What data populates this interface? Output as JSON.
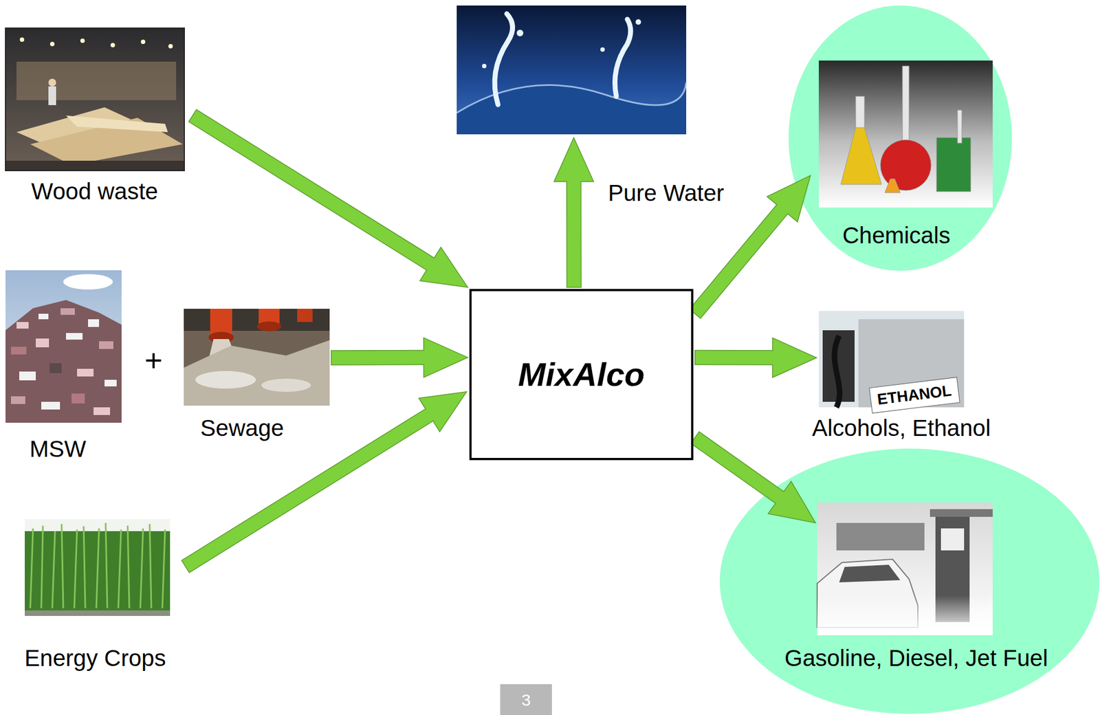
{
  "diagram": {
    "nodes": [
      {
        "text": [
          "Wood waste"
        ]
      },
      {
        "text": [
          "MSW"
        ]
      },
      {
        "text": [
          "Sewage"
        ]
      },
      {
        "text": [
          "Energy Crops"
        ]
      },
      {
        "text": [
          "MixAlco"
        ]
      },
      {
        "text": [
          "Pure Water"
        ]
      },
      {
        "text": [
          "Chemicals"
        ]
      },
      {
        "text": [
          "Alcohols, Ethanol"
        ]
      },
      {
        "text": [
          "Gasoline, Diesel, Jet Fuel"
        ]
      }
    ],
    "edges": [
      {
        "from": 0,
        "to": 4,
        "arrow": "to"
      },
      {
        "from": 2,
        "to": 4,
        "arrow": "to"
      },
      {
        "from": 3,
        "to": 4,
        "arrow": "to"
      },
      {
        "from": 4,
        "to": 5,
        "arrow": "to"
      },
      {
        "from": 4,
        "to": 6,
        "arrow": "to"
      },
      {
        "from": 4,
        "to": 7,
        "arrow": "to"
      },
      {
        "from": 4,
        "to": 8,
        "arrow": "to"
      }
    ],
    "labels": [
      "+",
      "ETHANOL",
      "3"
    ]
  }
}
